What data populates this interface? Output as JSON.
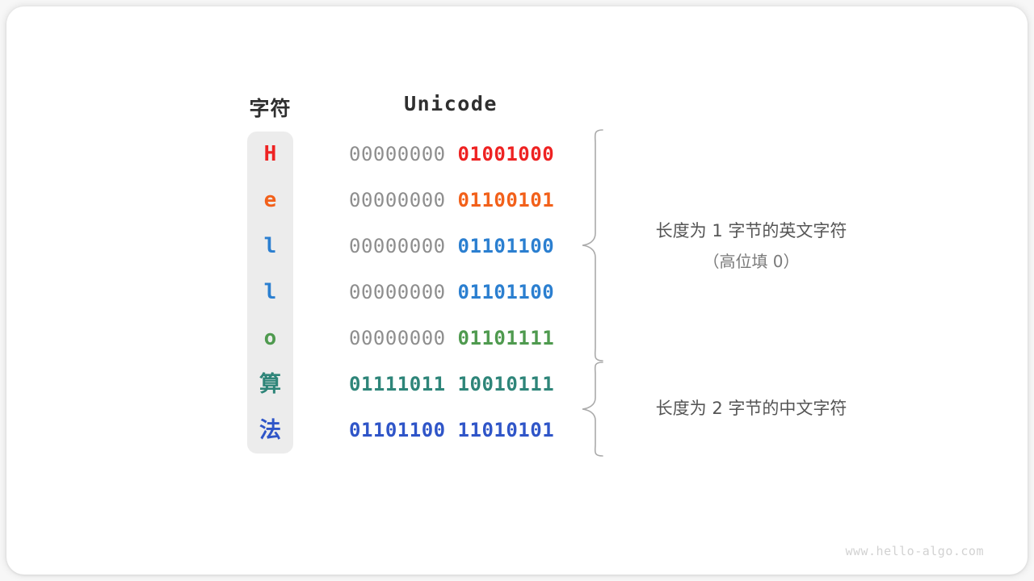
{
  "headers": {
    "char": "字符",
    "unicode": "Unicode"
  },
  "colors": {
    "red": "#ee2222",
    "orange": "#f2601a",
    "blue_light": "#2b7fd0",
    "green": "#4f9a4f",
    "teal": "#2e8579",
    "blue_dark": "#2f55c8",
    "gray_bits": "#8e8e8e",
    "column_bg": "#ececec",
    "brace": "#aaaaaa",
    "text_dark": "#2f2f2f",
    "annotation": "#555555",
    "watermark": "#d2d2d2"
  },
  "rows": [
    {
      "char": "H",
      "high": "00000000",
      "low": "01001000",
      "color": "#ee2222",
      "cjk": false,
      "high_strong": false
    },
    {
      "char": "e",
      "high": "00000000",
      "low": "01100101",
      "color": "#f2601a",
      "cjk": false,
      "high_strong": false
    },
    {
      "char": "l",
      "high": "00000000",
      "low": "01101100",
      "color": "#2b7fd0",
      "cjk": false,
      "high_strong": false
    },
    {
      "char": "l",
      "high": "00000000",
      "low": "01101100",
      "color": "#2b7fd0",
      "cjk": false,
      "high_strong": false
    },
    {
      "char": "o",
      "high": "00000000",
      "low": "01101111",
      "color": "#4f9a4f",
      "cjk": false,
      "high_strong": false
    },
    {
      "char": "算",
      "high": "01111011",
      "low": "10010111",
      "color": "#2e8579",
      "cjk": true,
      "high_strong": true
    },
    {
      "char": "法",
      "high": "01101100",
      "low": "11010101",
      "color": "#2f55c8",
      "cjk": true,
      "high_strong": true
    }
  ],
  "annotations": [
    {
      "main": "长度为 1 字节的英文字符",
      "sub": "（高位填 0）"
    },
    {
      "main": "长度为 2 字节的中文字符",
      "sub": ""
    }
  ],
  "watermark": "www.hello-algo.com"
}
